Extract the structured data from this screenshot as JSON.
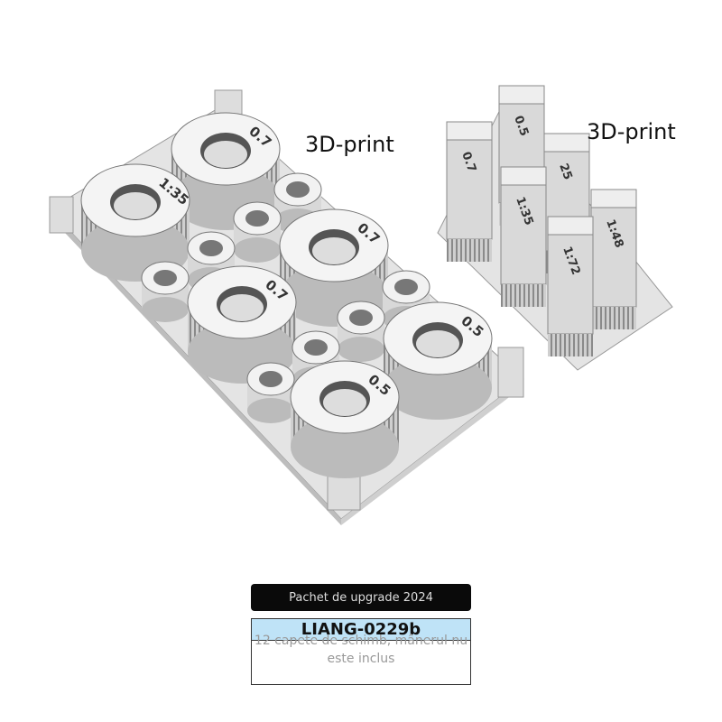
{
  "captions": {
    "left": "3D-print",
    "right": "3D-print"
  },
  "left_kit": {
    "gear_labels": [
      "0.7",
      "1:35",
      "0.7",
      "0.7",
      "0.5",
      "0.5"
    ]
  },
  "right_kit": {
    "head_labels": [
      "0.7",
      "0.5",
      "1:35",
      "25",
      "1:48",
      "1:72"
    ]
  },
  "product": {
    "banner": "Pachet de upgrade 2024",
    "model": "LIANG-0229b",
    "description": "12 capete de schimb, mânerul nu este inclus"
  },
  "colors": {
    "banner_bg": "#0a0a0a",
    "model_bg": "#bfe3f7",
    "model_gray": "#d6d6d6"
  }
}
